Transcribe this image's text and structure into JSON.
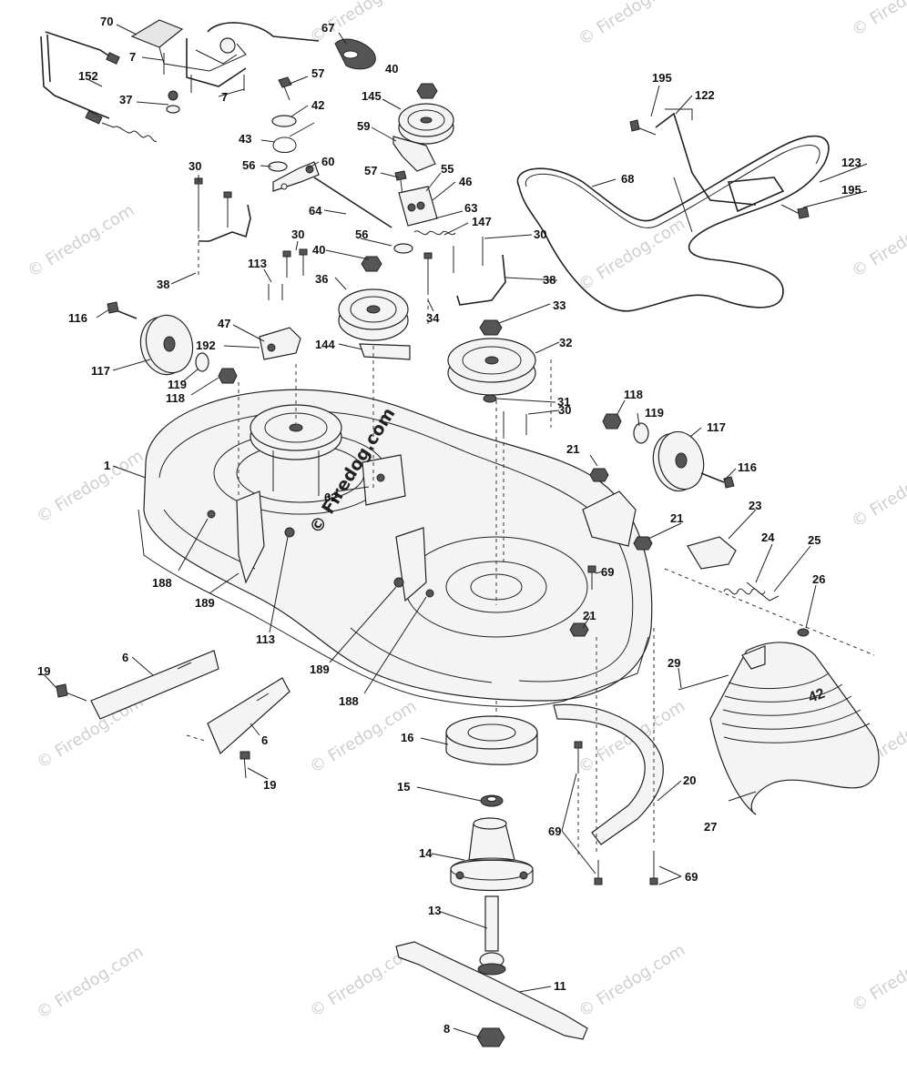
{
  "watermark": {
    "text": "© Firedog.com"
  },
  "labels": {
    "p70": "70",
    "p67": "67",
    "p7a": "7",
    "p7b": "7",
    "p57a": "57",
    "p40a": "40",
    "p152": "152",
    "p37": "37",
    "p42": "42",
    "p145": "145",
    "p195a": "195",
    "p122": "122",
    "p43": "43",
    "p59": "59",
    "p56a": "56",
    "p60": "60",
    "p57b": "57",
    "p55": "55",
    "p68": "68",
    "p123": "123",
    "p30a": "30",
    "p46": "46",
    "p195b": "195",
    "p64": "64",
    "p63": "63",
    "p147": "147",
    "p56b": "56",
    "p30b": "30",
    "p40b": "40",
    "p30c": "30",
    "p38a": "38",
    "p113a": "113",
    "p36": "36",
    "p38b": "38",
    "p116a": "116",
    "p34": "34",
    "p33": "33",
    "p47": "47",
    "p192": "192",
    "p144": "144",
    "p32": "32",
    "p117a": "117",
    "p119a": "119",
    "p31": "31",
    "p118a": "118",
    "p30d": "30",
    "p118b": "118",
    "p119b": "119",
    "p117b": "117",
    "p21a": "21",
    "p1": "1",
    "p116b": "116",
    "p62": "62",
    "p23": "23",
    "p21b": "21",
    "p24": "24",
    "p25": "25",
    "p188a": "188",
    "p69a": "69",
    "p189a": "189",
    "p26": "26",
    "p21c": "21",
    "p113b": "113",
    "p6a": "6",
    "p19a": "19",
    "p29": "29",
    "p189b": "189",
    "p188b": "188",
    "p16": "16",
    "p6b": "6",
    "p20": "20",
    "p19b": "19",
    "p27": "27",
    "p15": "15",
    "p69b": "69",
    "p14": "14",
    "p69c": "69",
    "p13": "13",
    "p11": "11",
    "p8": "8"
  },
  "deck_cover_marking": "42"
}
